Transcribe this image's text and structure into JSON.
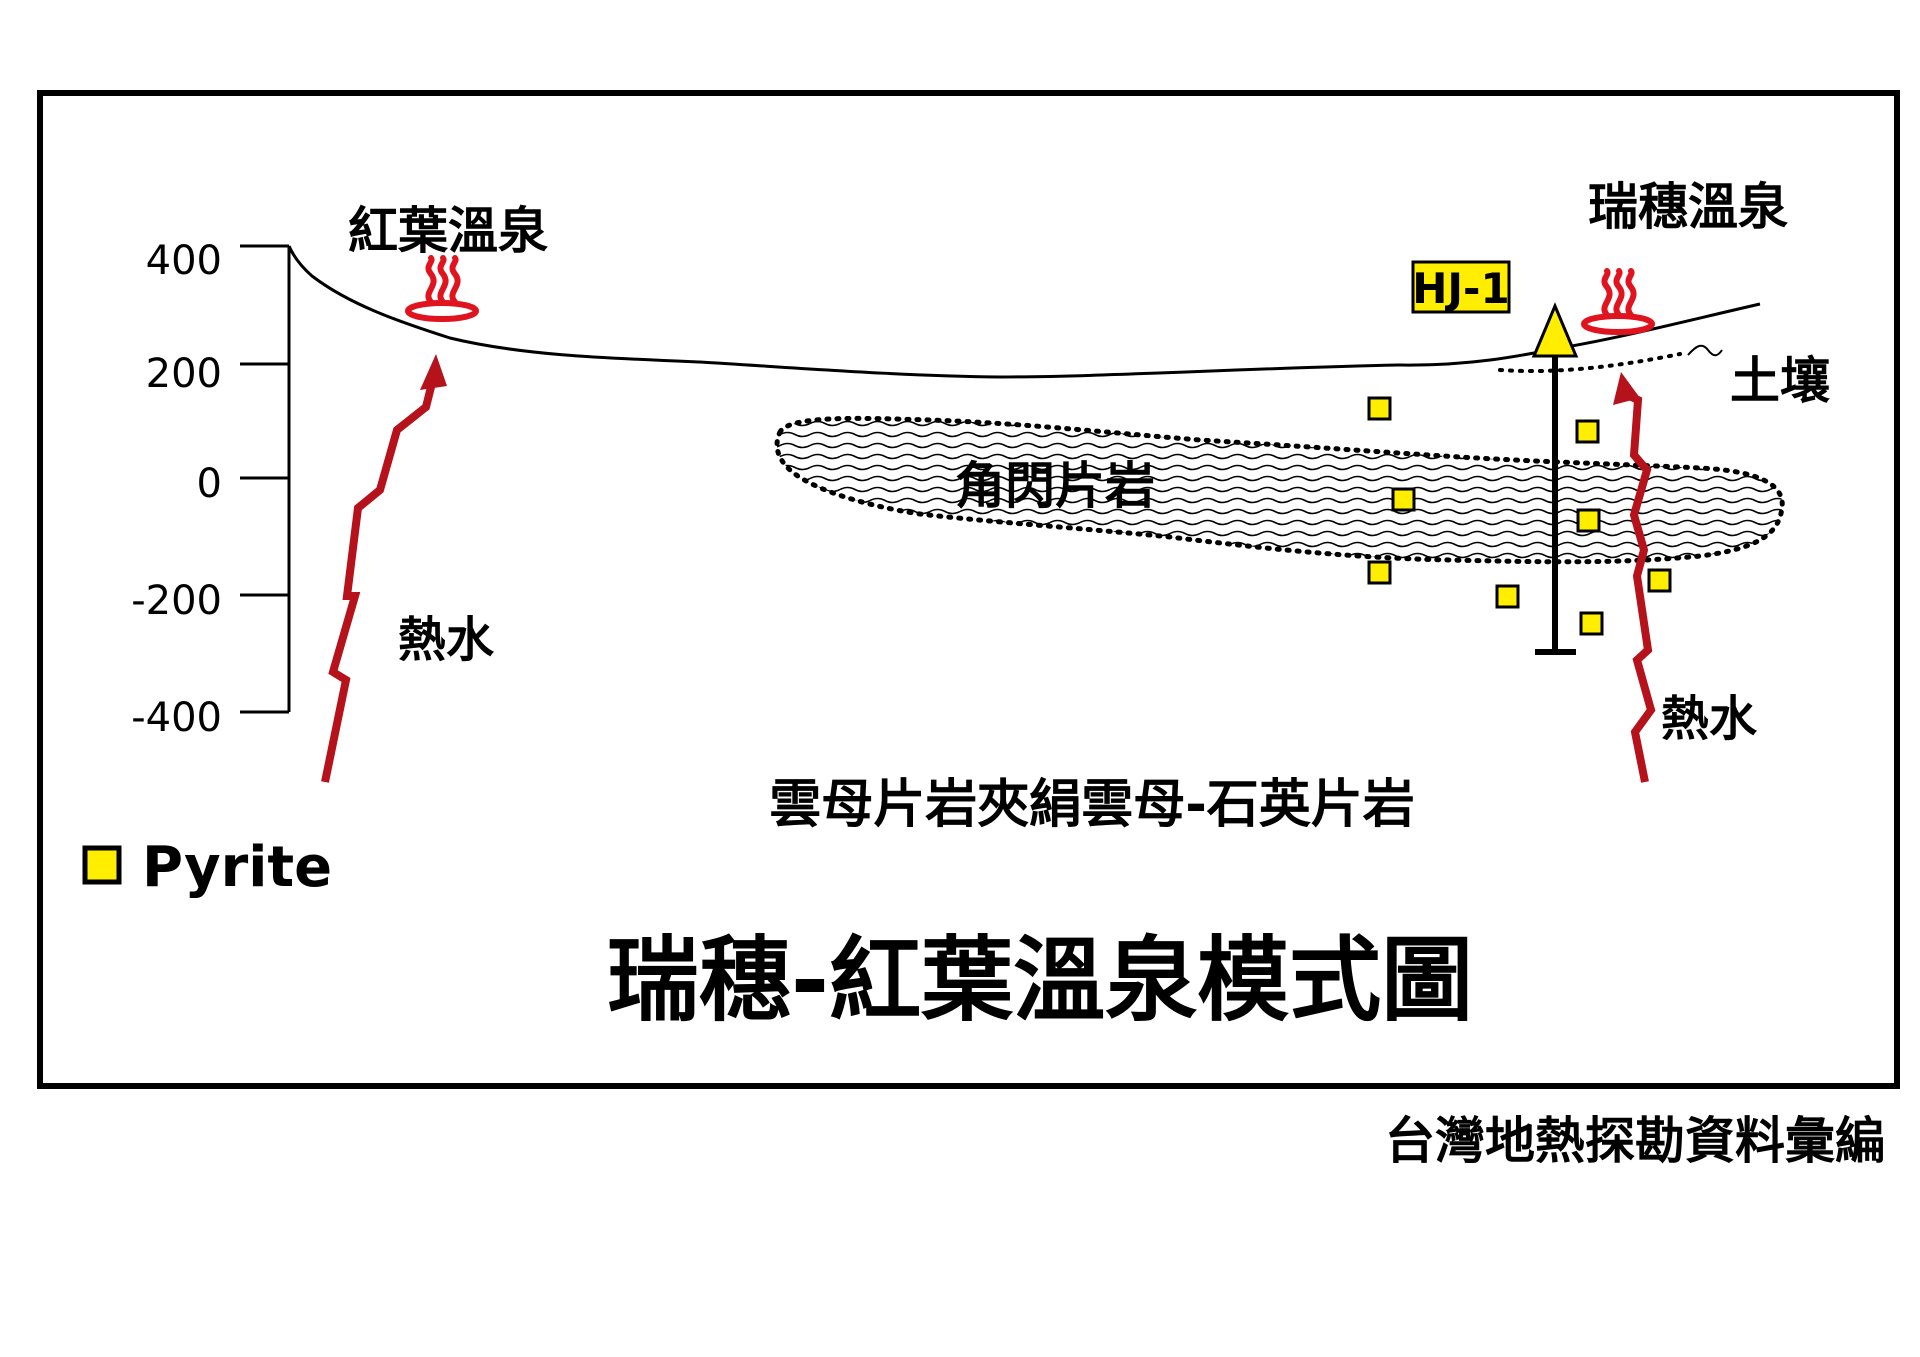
{
  "axis": {
    "ticks": [
      "400",
      "200",
      "0",
      "-200",
      "-400"
    ]
  },
  "springs": {
    "left_name": "紅葉溫泉",
    "right_name": "瑞穗溫泉"
  },
  "well": {
    "label": "HJ-1"
  },
  "units": {
    "soil": "土壤",
    "amphibolite": "角閃片岩",
    "base_rock": "雲母片岩夾絹雲母-石英片岩"
  },
  "hot_water": {
    "left_label": "熱水",
    "right_label": "熱水"
  },
  "legend": {
    "pyrite_label": "Pyrite"
  },
  "title": "瑞穗-紅葉溫泉模式圖",
  "source": "台灣地熱探勘資料彙編",
  "colors": {
    "arrow_red": "#b5121b",
    "spring_red": "#e0141e",
    "pyrite_fill": "#ffee00",
    "well_triangle": "#ffee00",
    "outline": "#000000"
  },
  "icons": {
    "hot_spring": "hot-spring-icon",
    "well": "well-triangle-icon",
    "pyrite": "pyrite-square-icon"
  }
}
